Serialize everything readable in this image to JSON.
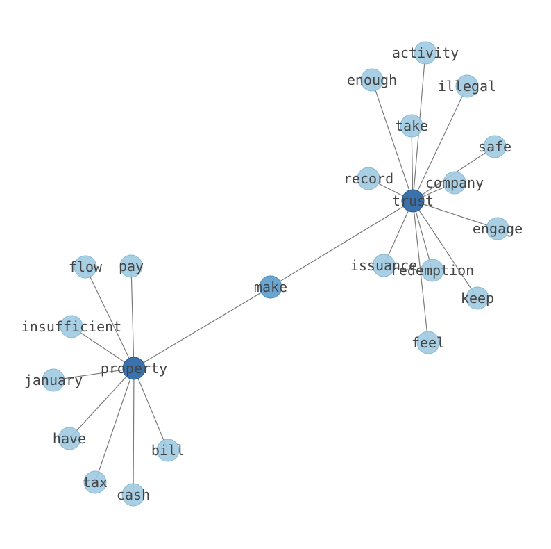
{
  "colors": {
    "hub": "#3a72ad",
    "hub_stroke": "#2b5a8a",
    "mid": "#6aa6d0",
    "mid_stroke": "#4f8fbf",
    "leaf": "#9ecae1",
    "leaf_stroke": "#86b8d6",
    "edge": "#7a7a7a",
    "label": "#444444"
  },
  "nodes": [
    {
      "id": "trust",
      "label": "trust",
      "kind": "hub"
    },
    {
      "id": "property",
      "label": "property",
      "kind": "hub"
    },
    {
      "id": "make",
      "label": "make",
      "kind": "mid"
    },
    {
      "id": "activity",
      "label": "activity",
      "kind": "leaf"
    },
    {
      "id": "enough",
      "label": "enough",
      "kind": "leaf"
    },
    {
      "id": "illegal",
      "label": "illegal",
      "kind": "leaf"
    },
    {
      "id": "take",
      "label": "take",
      "kind": "leaf"
    },
    {
      "id": "safe",
      "label": "safe",
      "kind": "leaf"
    },
    {
      "id": "record",
      "label": "record",
      "kind": "leaf"
    },
    {
      "id": "company",
      "label": "company",
      "kind": "leaf"
    },
    {
      "id": "engage",
      "label": "engage",
      "kind": "leaf"
    },
    {
      "id": "issuance",
      "label": "issuance",
      "kind": "leaf"
    },
    {
      "id": "redemption",
      "label": "redemption",
      "kind": "leaf"
    },
    {
      "id": "keep",
      "label": "keep",
      "kind": "leaf"
    },
    {
      "id": "feel",
      "label": "feel",
      "kind": "leaf"
    },
    {
      "id": "flow",
      "label": "flow",
      "kind": "leaf"
    },
    {
      "id": "pay",
      "label": "pay",
      "kind": "leaf"
    },
    {
      "id": "insufficient",
      "label": "insufficient",
      "kind": "leaf"
    },
    {
      "id": "january",
      "label": "january",
      "kind": "leaf"
    },
    {
      "id": "have",
      "label": "have",
      "kind": "leaf"
    },
    {
      "id": "bill",
      "label": "bill",
      "kind": "leaf"
    },
    {
      "id": "tax",
      "label": "tax",
      "kind": "leaf"
    },
    {
      "id": "cash",
      "label": "cash",
      "kind": "leaf"
    }
  ],
  "edges": [
    [
      "trust",
      "make"
    ],
    [
      "make",
      "property"
    ],
    [
      "trust",
      "activity"
    ],
    [
      "trust",
      "enough"
    ],
    [
      "trust",
      "illegal"
    ],
    [
      "trust",
      "take"
    ],
    [
      "trust",
      "safe"
    ],
    [
      "trust",
      "record"
    ],
    [
      "trust",
      "company"
    ],
    [
      "trust",
      "engage"
    ],
    [
      "trust",
      "issuance"
    ],
    [
      "trust",
      "redemption"
    ],
    [
      "trust",
      "keep"
    ],
    [
      "trust",
      "feel"
    ],
    [
      "property",
      "flow"
    ],
    [
      "property",
      "pay"
    ],
    [
      "property",
      "insufficient"
    ],
    [
      "property",
      "january"
    ],
    [
      "property",
      "have"
    ],
    [
      "property",
      "bill"
    ],
    [
      "property",
      "tax"
    ],
    [
      "property",
      "cash"
    ]
  ]
}
